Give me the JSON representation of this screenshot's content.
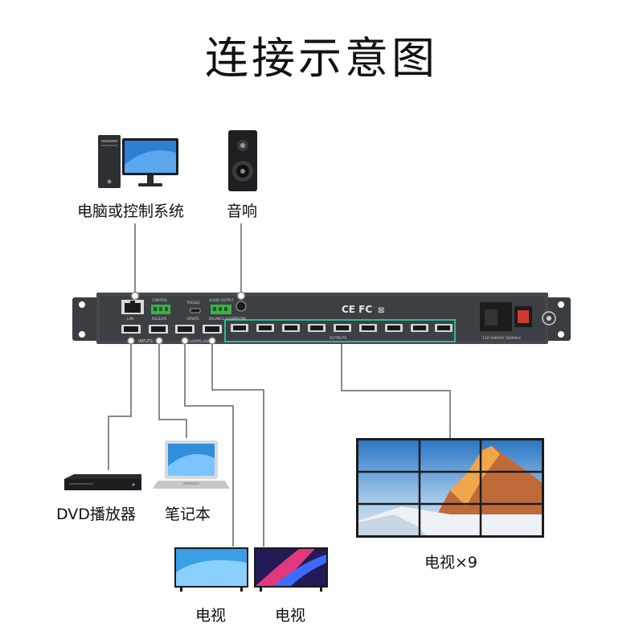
{
  "title": "连接示意图",
  "devices": {
    "computer": "电脑或控制系统",
    "speaker": "音响",
    "dvd": "DVD播放器",
    "laptop": "笔记本",
    "tv_left": "电视",
    "tv_right": "电视",
    "video_wall": "电视×9"
  },
  "panel": {
    "lan": "LAN",
    "control": "CONTROL",
    "rs232": "RS232/IR",
    "toggle": "TOGGLE",
    "update": "UPDATE",
    "audio_output": "AUDIO OUTPUT",
    "audio_out_spdif": "BALANCE AUDIO",
    "phone": "PHONE",
    "inputs": "INPUTS",
    "loops": "LOOPS OUT",
    "outputs": "OUTPUTS",
    "cert": "CE FC",
    "power_rating": "110-240VAC 50/60Hz"
  },
  "colors": {
    "panel": "#3f4348",
    "hdmi_zone": "#2fb79a",
    "wire": "#8a8a8a"
  }
}
